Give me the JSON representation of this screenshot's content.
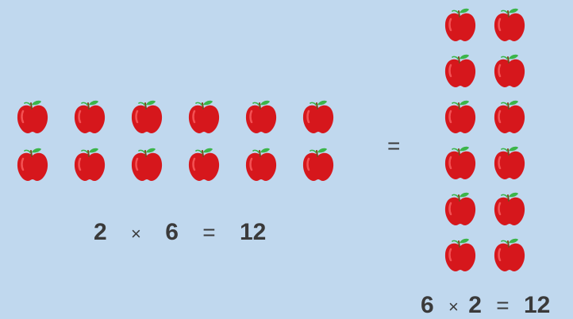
{
  "left_equation": {
    "a": "2",
    "times": "×",
    "b": "6",
    "equals": "=",
    "result": "12"
  },
  "middle_equals": "=",
  "right_equation": {
    "a": "6",
    "times": "×",
    "b": "2",
    "equals": "=",
    "result": "12"
  },
  "left_array": {
    "rows": 2,
    "columns": 6,
    "icon": "apple-icon"
  },
  "right_array": {
    "rows": 6,
    "columns": 2,
    "icon": "apple-icon"
  },
  "colors": {
    "background": "#c0d8ee",
    "apple": "#d6171c",
    "leaf": "#3bb54a",
    "text": "#3a3a3a"
  }
}
